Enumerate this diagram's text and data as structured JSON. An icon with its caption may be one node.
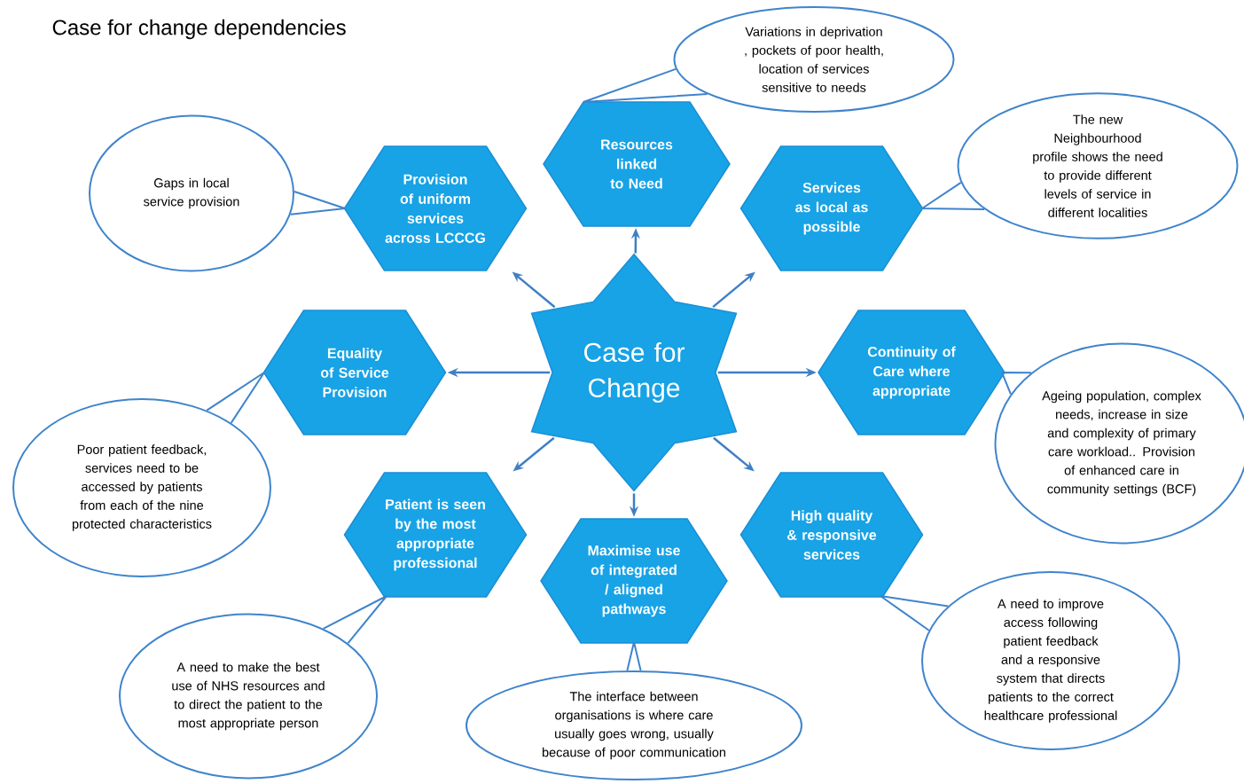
{
  "diagram": {
    "title": "Case for change dependencies",
    "nodes": [
      {
        "text": [
          "Case for Change"
        ]
      },
      {
        "text": [
          "Resources linked to Need"
        ]
      },
      {
        "text": [
          "Provision of uniform services across LCCCG"
        ]
      },
      {
        "text": [
          "Services as local as possible"
        ]
      },
      {
        "text": [
          "Equality of Service Provision"
        ]
      },
      {
        "text": [
          "Continuity of Care where appropriate"
        ]
      },
      {
        "text": [
          "Patient is seen by the most appropriate professional"
        ]
      },
      {
        "text": [
          "Maximise use of integrated / aligned pathways"
        ]
      },
      {
        "text": [
          "High quality & responsive services"
        ]
      },
      {
        "text": [
          "Variations in deprivation , pockets of poor health, location of services sensitive to needs"
        ]
      },
      {
        "text": [
          "Gaps in local service provision"
        ]
      },
      {
        "text": [
          "The new Neighbourhood profile shows the need to provide different levels of service in different localities"
        ]
      },
      {
        "text": [
          "Poor patient feedback, services need to be accessed by patients from each of the nine protected characteristics"
        ]
      },
      {
        "text": [
          "Ageing population, complex needs, increase in size and complexity of primary care workload.. Provision of enhanced care in community settings (BCF)"
        ]
      },
      {
        "text": [
          "A need to make the best use of NHS resources and to direct the patient to the most appropriate person"
        ]
      },
      {
        "text": [
          "The interface between organisations is where care usually goes wrong, usually because of poor communication"
        ]
      },
      {
        "text": [
          "A need to improve access following patient feedback and a responsive system that directs patients to the correct healthcare professional"
        ]
      }
    ],
    "edges": [
      {
        "from": 0,
        "to": 1,
        "arrow": "to"
      },
      {
        "from": 0,
        "to": 2,
        "arrow": "to"
      },
      {
        "from": 0,
        "to": 3,
        "arrow": "to"
      },
      {
        "from": 0,
        "to": 4,
        "arrow": "to"
      },
      {
        "from": 0,
        "to": 5,
        "arrow": "to"
      },
      {
        "from": 0,
        "to": 6,
        "arrow": "to"
      },
      {
        "from": 0,
        "to": 7,
        "arrow": "to"
      },
      {
        "from": 0,
        "to": 8,
        "arrow": "to"
      },
      {
        "from": 9,
        "to": 1,
        "arrow": "none"
      },
      {
        "from": 10,
        "to": 2,
        "arrow": "none"
      },
      {
        "from": 11,
        "to": 3,
        "arrow": "none"
      },
      {
        "from": 12,
        "to": 4,
        "arrow": "none"
      },
      {
        "from": 13,
        "to": 5,
        "arrow": "none"
      },
      {
        "from": 14,
        "to": 6,
        "arrow": "none"
      },
      {
        "from": 15,
        "to": 7,
        "arrow": "none"
      },
      {
        "from": 16,
        "to": 8,
        "arrow": "none"
      }
    ]
  }
}
